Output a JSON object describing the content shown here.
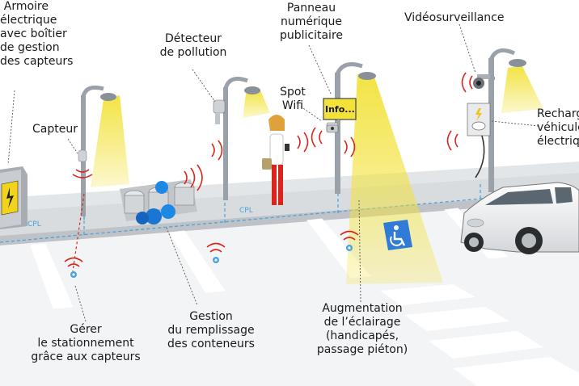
{
  "labels": {
    "armoire": [
      "Armoire",
      "électrique",
      "avec boîtier",
      "de gestion",
      "des capteurs"
    ],
    "capteur": "Capteur",
    "detecteur": [
      "Détecteur",
      "de pollution"
    ],
    "panneau": [
      "Panneau",
      "numérique",
      "publicitaire"
    ],
    "spot": [
      "Spot",
      "Wifi"
    ],
    "video": "Vidéosurveillance",
    "recharge": [
      "Recharge",
      "véhicules",
      "électriques"
    ],
    "gerer": [
      "Gérer",
      "le stationnement",
      "grâce aux capteurs"
    ],
    "gestion": [
      "Gestion",
      "du remplissage",
      "des conteneurs"
    ],
    "augmentation": [
      "Augmentation",
      "de l’éclairage",
      "(handicapés,",
      "passage piéton)"
    ]
  },
  "sign": {
    "info": "Info..."
  },
  "cable": {
    "left": "CPL",
    "right": "CPL"
  },
  "colors": {
    "light": "#f2e23a",
    "wave": "#d9261c",
    "pole": "#9aa1a8",
    "dashed": "#49a3dc",
    "sidewalk": "#d9dcdf"
  }
}
